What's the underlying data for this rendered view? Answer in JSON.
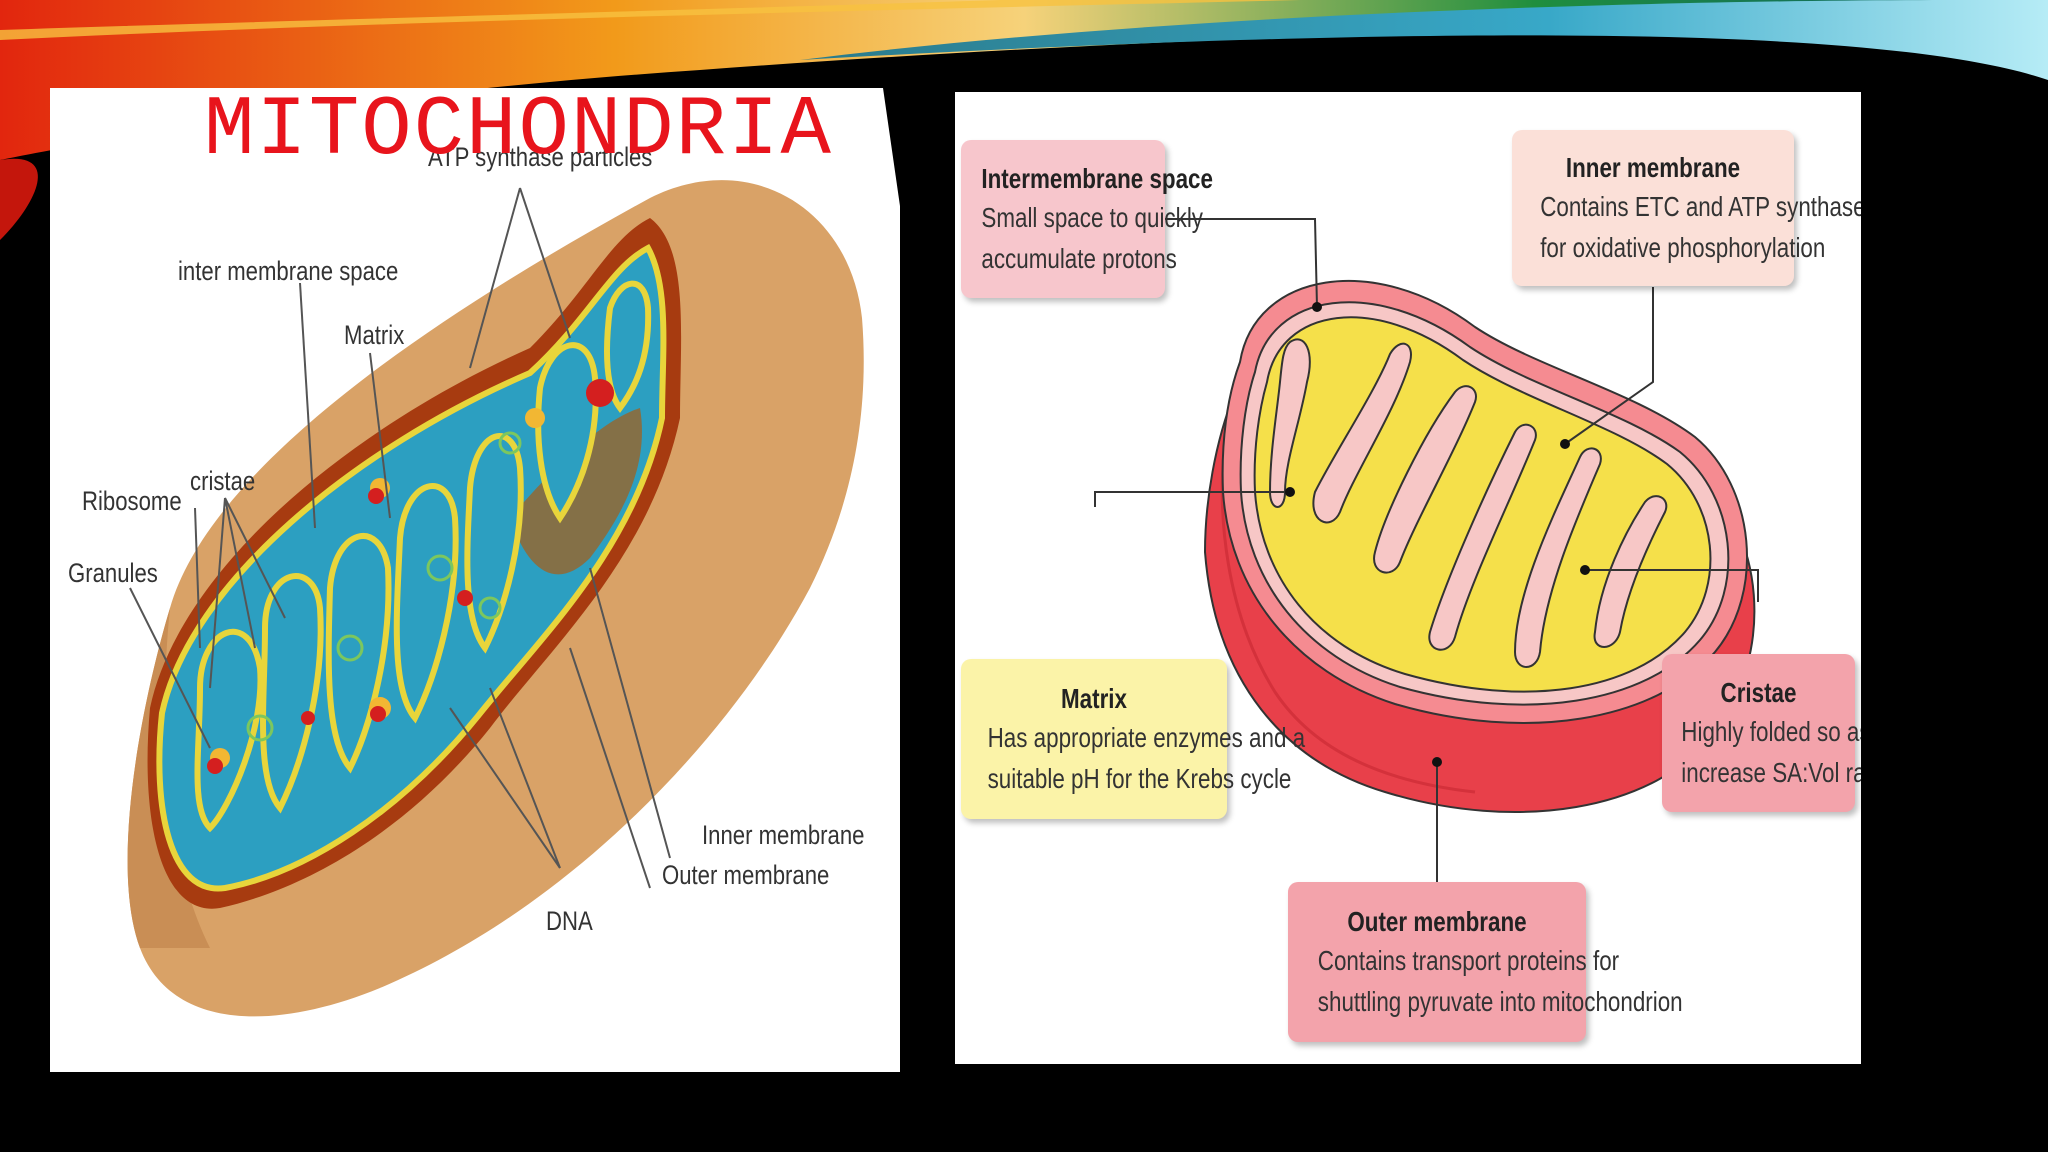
{
  "slide": {
    "title": "MITOCHONDRIA"
  },
  "left_diagram": {
    "labels": {
      "atp_synthase": "ATP synthase particles",
      "inter_membrane_space": "inter membrane space",
      "matrix": "Matrix",
      "cristae": "cristae",
      "ribosome": "Ribosome",
      "granules": "Granules",
      "inner_membrane": "Inner membrane",
      "outer_membrane": "Outer membrane",
      "dna": "DNA"
    }
  },
  "right_diagram": {
    "boxes": {
      "intermembrane_space": {
        "title": "Intermembrane space",
        "line1": "Small space to quickly",
        "line2": "accumulate protons"
      },
      "inner_membrane": {
        "title": "Inner membrane",
        "line1": "Contains ETC and ATP synthase",
        "line2": "for oxidative phosphorylation"
      },
      "matrix": {
        "title": "Matrix",
        "line1": "Has appropriate enzymes and a",
        "line2": "suitable pH for the Krebs cycle"
      },
      "cristae": {
        "title": "Cristae",
        "line1": "Highly folded so as to",
        "line2": "increase SA:Vol ratio"
      },
      "outer_membrane": {
        "title": "Outer membrane",
        "line1": "Contains transport proteins for",
        "line2": "shuttling pyruvate into mitochondrion"
      }
    }
  },
  "colors": {
    "title_red": "#e8141c",
    "left_outer": "#d9a267",
    "left_matrix": "#2c9fc1",
    "left_inner_membrane": "#e8d53b",
    "right_outer": "#e8404a",
    "right_matrix": "#f5e04a"
  }
}
